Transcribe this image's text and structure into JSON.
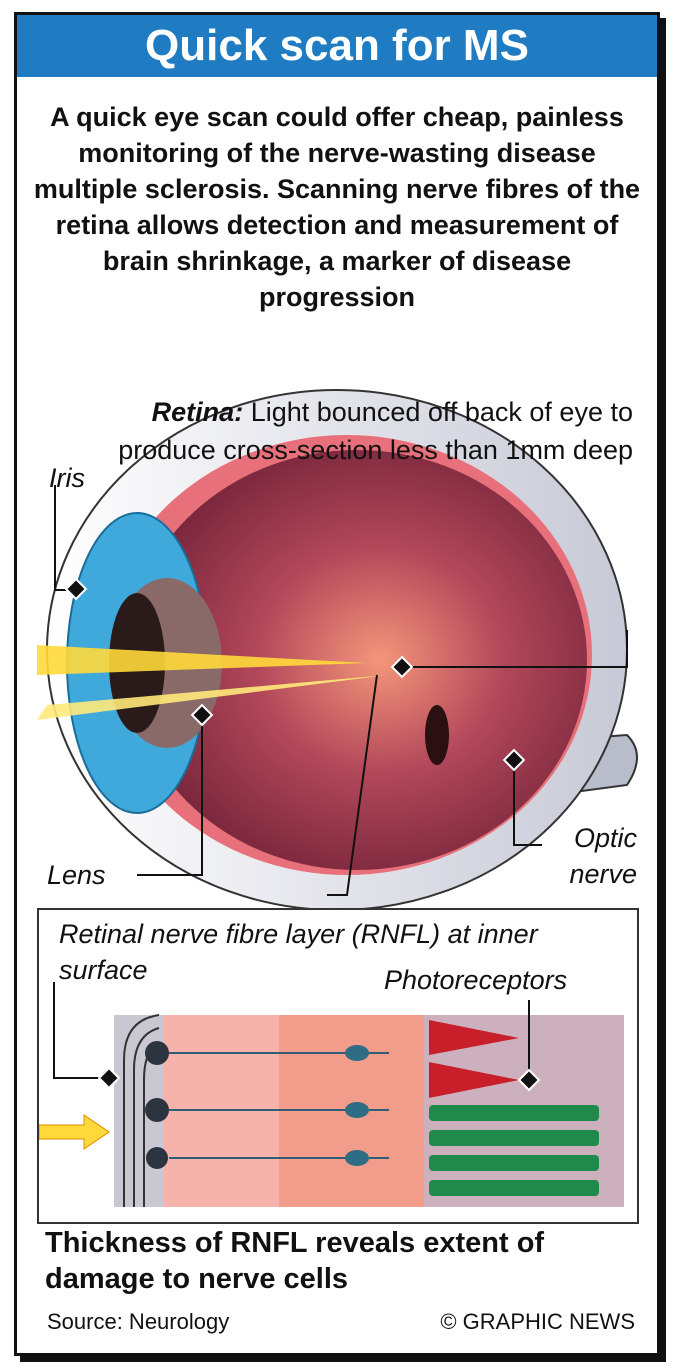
{
  "title": "Quick scan for MS",
  "intro": "A quick eye scan could offer cheap, painless monitoring of the nerve-wasting disease multiple sclerosis. Scanning nerve fibres of the retina allows detection and measurement of brain shrinkage, a marker of disease progression",
  "retina": {
    "term": "Retina:",
    "description": "Light bounced off back of eye to produce cross-section less than 1mm deep"
  },
  "labels": {
    "iris": "Iris",
    "lens": "Lens",
    "optic_nerve": "Optic nerve",
    "rnfl": "Retinal nerve fibre layer (RNFL) at inner surface",
    "photoreceptors": "Photoreceptors"
  },
  "conclusion": "Thickness of RNFL reveals extent of damage to nerve cells",
  "source": "Source: Neurology",
  "credit": "© GRAPHIC NEWS",
  "colors": {
    "title_bar": "#1f7cc3",
    "retina": "#8a2f44",
    "iris": "#3fa9dc",
    "cone": "#c8202b",
    "rod": "#1f8a4a"
  }
}
